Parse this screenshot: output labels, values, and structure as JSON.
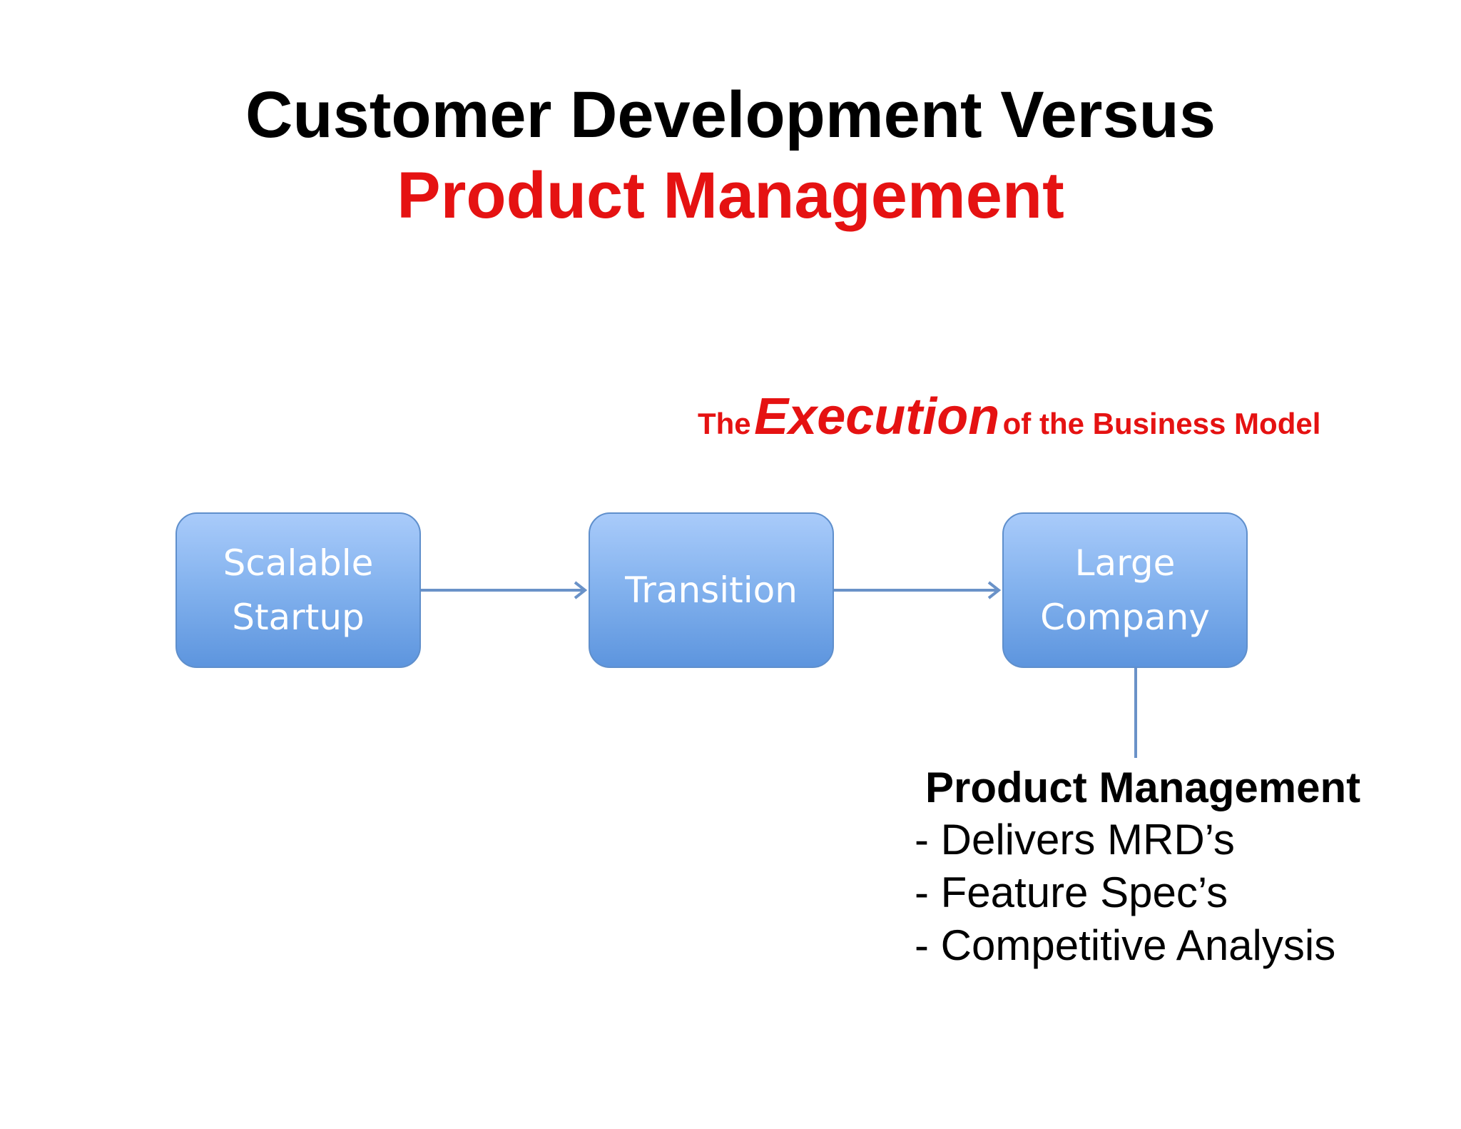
{
  "title": {
    "line1": "Customer Development Versus",
    "line2": "Product Management"
  },
  "subtitle": {
    "prefix": "The",
    "emphasis": "Execution",
    "suffix": "of the Business Model"
  },
  "flow": {
    "boxes": [
      {
        "line1": "Scalable",
        "line2": "Startup"
      },
      {
        "line1": "Transition",
        "line2": ""
      },
      {
        "line1": "Large",
        "line2": "Company"
      }
    ]
  },
  "product_management": {
    "heading": "Product Management",
    "items": [
      "- Delivers MRD’s",
      "- Feature Spec’s",
      "- Competitive Analysis"
    ]
  },
  "colors": {
    "title_black": "#000000",
    "accent_red": "#e51212",
    "box_blue": "#83b2ee",
    "connector_blue": "#6a92c8"
  }
}
